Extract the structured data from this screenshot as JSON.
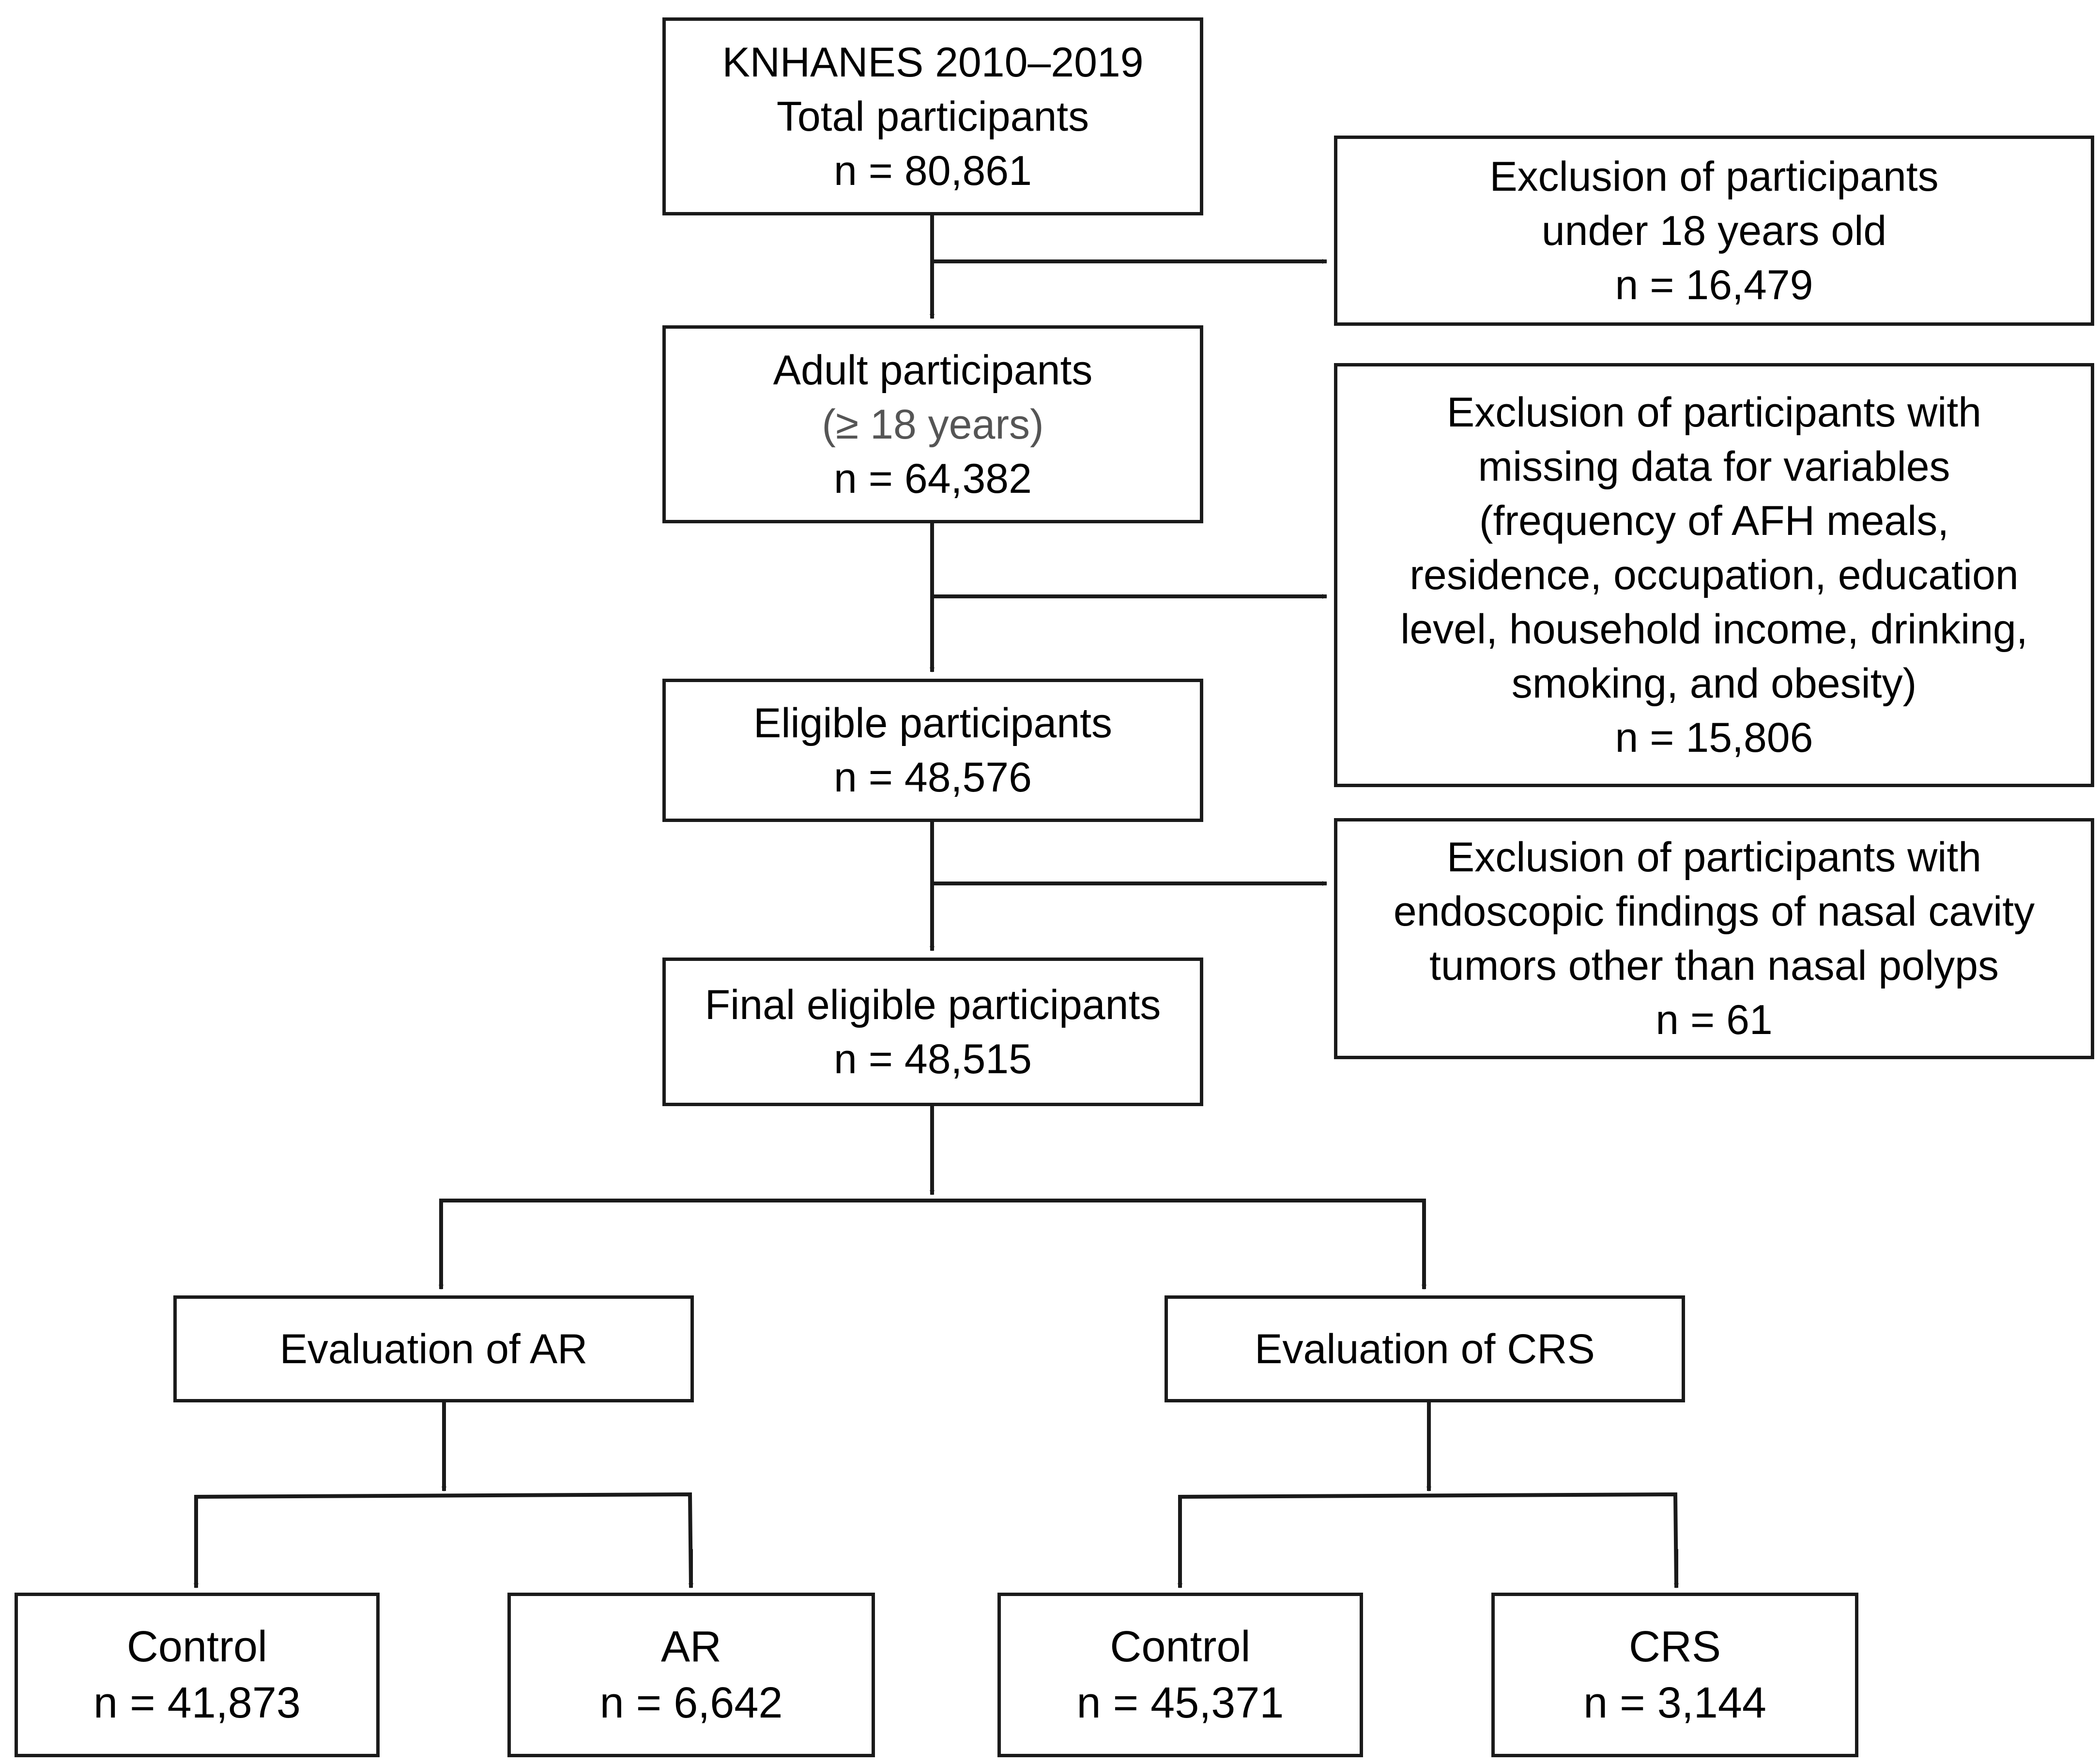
{
  "flowchart": {
    "total": {
      "line1": "KNHANES 2010–2019",
      "line2": "Total participants",
      "count": "n = 80,861"
    },
    "exclusion_age": {
      "line1": "Exclusion of participants",
      "line2": "under 18 years old",
      "count": "n = 16,479"
    },
    "adult": {
      "line1": "Adult participants",
      "line2_open": "(",
      "line2_mid": "≥ 18 years",
      "line2_close": ")",
      "count": "n = 64,382"
    },
    "exclusion_missing": {
      "line1": "Exclusion of participants with",
      "line2": "missing data for variables",
      "line3": "(frequency of AFH meals,",
      "line4": "residence, occupation, education",
      "line5": "level, household income, drinking,",
      "line6": "smoking, and obesity)",
      "count": "n = 15,806"
    },
    "eligible": {
      "line1": "Eligible participants",
      "count": "n = 48,576"
    },
    "exclusion_tumor": {
      "line1": "Exclusion of participants with",
      "line2": "endoscopic findings of nasal cavity",
      "line3": "tumors other than nasal polyps",
      "count": "n = 61"
    },
    "final": {
      "line1": "Final eligible participants",
      "count": "n = 48,515"
    },
    "eval_ar": {
      "label": "Evaluation of AR"
    },
    "eval_crs": {
      "label": "Evaluation of CRS"
    },
    "ar_control": {
      "label": "Control",
      "count": "n = 41,873"
    },
    "ar_case": {
      "label": "AR",
      "count": "n = 6,642"
    },
    "crs_control": {
      "label": "Control",
      "count": "n = 45,371"
    },
    "crs_case": {
      "label": "CRS",
      "count": "n = 3,144"
    }
  },
  "colors": {
    "stroke": "#1a1a1a",
    "text": "#000000",
    "muted_text": "#555555",
    "background": "#ffffff"
  }
}
